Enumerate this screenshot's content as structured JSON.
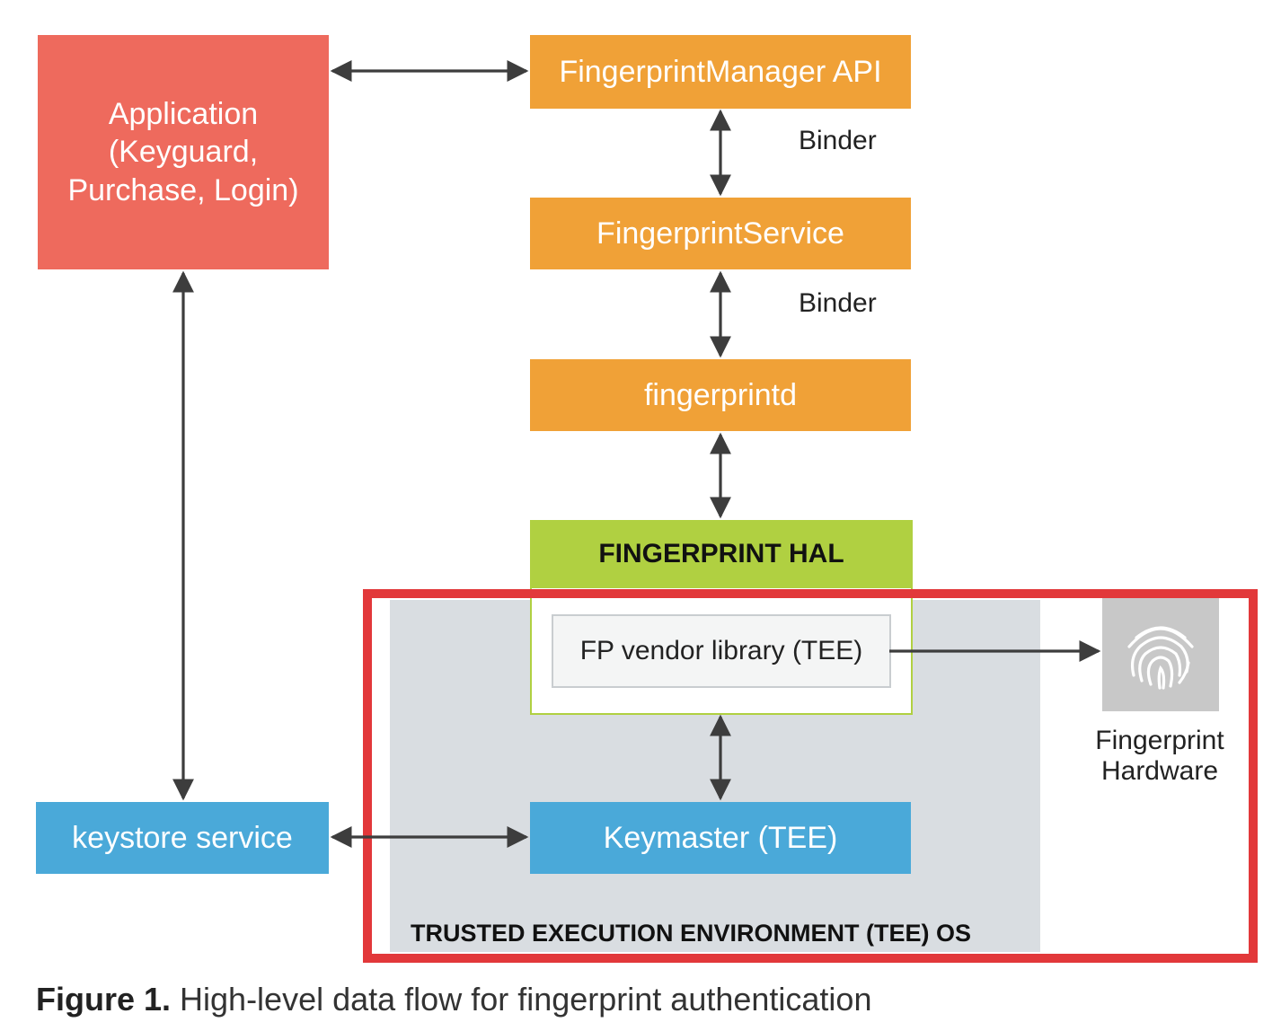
{
  "nodes": {
    "application": {
      "lines": [
        "Application",
        "(Keyguard,",
        "Purchase, Login)"
      ]
    },
    "fingerprint_manager_api": {
      "label": "FingerprintManager API"
    },
    "fingerprint_service": {
      "label": "FingerprintService"
    },
    "fingerprintd": {
      "label": "fingerprintd"
    },
    "fingerprint_hal": {
      "label": "FINGERPRINT HAL"
    },
    "fp_vendor_library": {
      "label": "FP vendor library (TEE)"
    },
    "keymaster": {
      "label": "Keymaster (TEE)"
    },
    "keystore_service": {
      "label": "keystore service"
    },
    "fingerprint_hardware": {
      "lines": [
        "Fingerprint",
        "Hardware"
      ]
    }
  },
  "edge_labels": {
    "binder_1": "Binder",
    "binder_2": "Binder"
  },
  "tee_region": {
    "label": "TRUSTED EXECUTION ENVIRONMENT (TEE) OS"
  },
  "caption": {
    "prefix": "Figure 1.",
    "text": " High-level data flow for fingerprint authentication"
  },
  "colors": {
    "application": "#ee6a5d",
    "framework": "#f0a137",
    "hal": "#b0d041",
    "keystore": "#4aa9d9",
    "tee_highlight": "#e2383a",
    "tee_background": "#d9dde1"
  },
  "icons": {
    "fingerprint_hardware": "fingerprint-icon"
  }
}
